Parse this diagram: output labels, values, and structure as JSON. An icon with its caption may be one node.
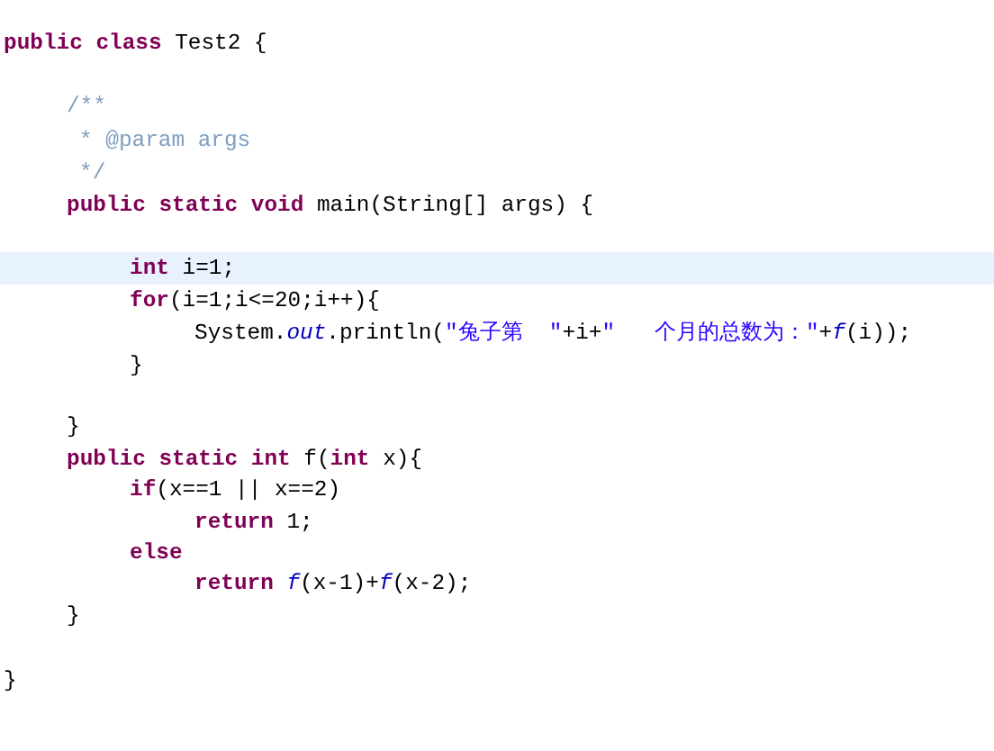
{
  "diagram": {
    "labels": [
      "**public class** Test2 {",
      "/**",
      "* @param args",
      "*/",
      "**public static void** main(String[] args) {",
      "**int** i=1;",
      "**for**(i=1;i<=20;i++){",
      "System.*out*.println(\"兔子第  \"+i+\"   个月的总数为：\"+*f*(i));",
      "}",
      "}",
      "**public static int** f(**int** x){",
      "**if**(x==1 || x==2)",
      "**return** 1;",
      "**else**",
      "**return** *f*(x-1)+*f*(x-2);",
      "}",
      "}"
    ]
  }
}
